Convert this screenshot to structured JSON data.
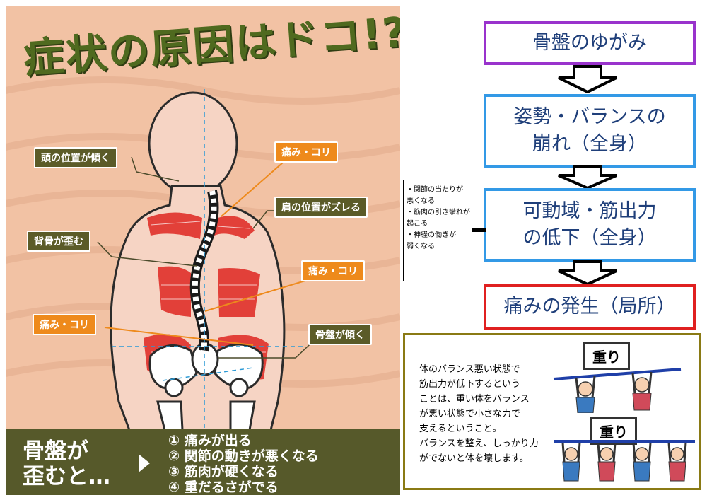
{
  "poster": {
    "title": "症状の原因はドコ!?",
    "labels": {
      "head": "頭の位置が傾く",
      "shoulder": "肩の位置がズレる",
      "spine": "背骨が歪む",
      "pelvis": "骨盤が傾く",
      "pain1": "痛み・コリ",
      "pain2": "痛み・コリ",
      "pain3": "痛み・コリ"
    },
    "bottom": {
      "lead": "骨盤が\n歪むと…",
      "effects": [
        "①  痛みが出る",
        "②  関節の動きが悪くなる",
        "③  筋肉が硬くなる",
        "④  重だるさがでる"
      ]
    }
  },
  "flow": {
    "step1": "骨盤のゆがみ",
    "step2_line1": "姿勢・バランスの",
    "step2_line2": "崩れ（全身）",
    "step3_line1": "可動域・筋出力",
    "step3_line2": "の低下（全身）",
    "step4": "痛みの発生（局所）"
  },
  "note": {
    "lines": [
      "・関節の当たりが",
      "悪くなる",
      "・筋肉の引き攣れが",
      "起こる",
      "・神経の働きが",
      "弱くなる"
    ]
  },
  "info": {
    "lines": [
      "体のバランス悪い状態で",
      "筋出力が低下するという",
      "ことは、重い体をバランス",
      "が悪い状態で小さな力で",
      "支えるということ。",
      "バランスを整え、しっかり力",
      "がでないと体を壊します。"
    ],
    "weight_label_top": "重り",
    "weight_label_bottom": "重り"
  },
  "colors": {
    "poster_bg": "#f2c2a4",
    "title_green": "#4f6a1f",
    "tag_green": "#5b5b28",
    "tag_orange": "#ee8a1c",
    "box_purple": "#9933cc",
    "box_blue": "#3399e6",
    "box_red": "#e02020",
    "muscle_red": "#e0302a"
  }
}
